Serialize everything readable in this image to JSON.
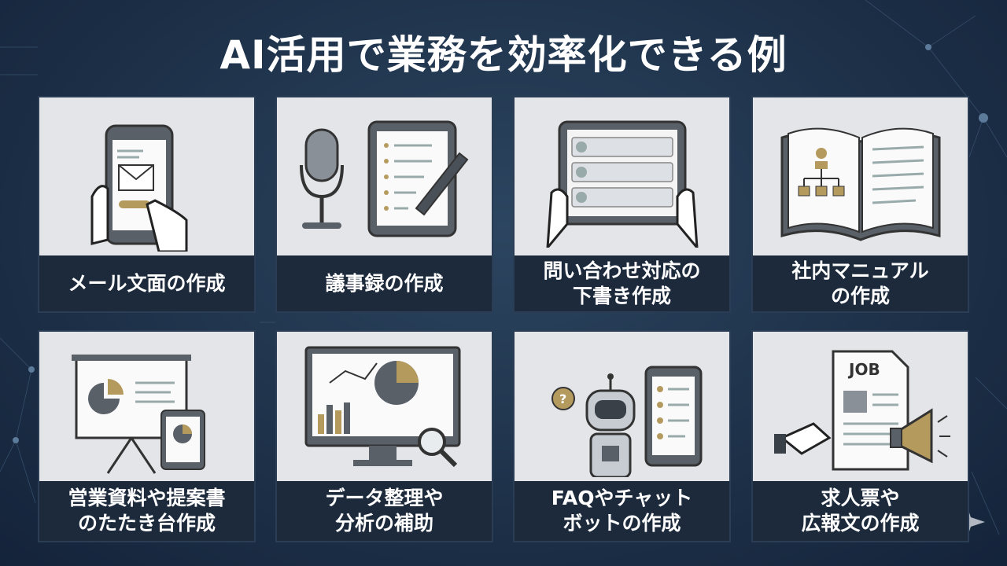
{
  "title": "AI活用で業務を効率化できる例",
  "cards": [
    {
      "lines": [
        "メール文面の作成"
      ],
      "icon": "smartphone-email-icon"
    },
    {
      "lines": [
        "議事録の作成"
      ],
      "icon": "microphone-tablet-icon"
    },
    {
      "lines": [
        "問い合わせ対応の",
        "下書き作成"
      ],
      "icon": "tablet-chat-icon"
    },
    {
      "lines": [
        "社内マニュアル",
        "の作成"
      ],
      "icon": "manual-book-icon"
    },
    {
      "lines": [
        "営業資料や提案書",
        "のたたき台作成"
      ],
      "icon": "presentation-board-icon"
    },
    {
      "lines": [
        "データ整理や",
        "分析の補助"
      ],
      "icon": "data-analysis-monitor-icon"
    },
    {
      "lines": [
        "FAQやチャット",
        "ボットの作成"
      ],
      "icon": "chatbot-robot-icon"
    },
    {
      "lines": [
        "求人票や",
        "広報文の作成"
      ],
      "icon": "job-posting-megaphone-icon"
    }
  ],
  "colors": {
    "accent": "#b59a5e",
    "dark": "#4a5058",
    "panel": "#e3e5e9",
    "background": "#1d3048"
  }
}
